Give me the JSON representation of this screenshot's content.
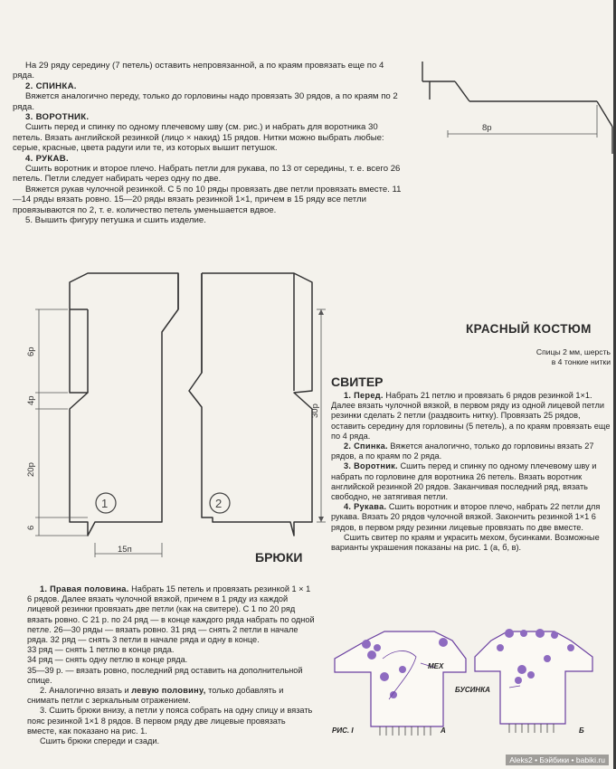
{
  "left_column": {
    "p_intro": "На 29 ряду середину (7 петель) оставить непровязанной, а по краям провязать еще по 4 ряда.",
    "p2_head": "2. СПИНКА.",
    "p2_body": "Вяжется аналогично переду, только до горловины надо провязать 30 рядов, а по краям по 2 ряда.",
    "p3_head": "3. ВОРОТНИК.",
    "p3_body": "Сшить перед и спинку по одному плечевому шву (см. рис.) и набрать для воротника 30 петель. Вязать английской резинкой (лицо × накид) 15 рядов. Нитки можно выбрать любые: серые, красные, цвета радуги или те, из которых вышит петушок.",
    "p4_head": "4. РУКАВ.",
    "p4_body1": "Сшить воротник и второе плечо. Набрать петли для рукава, по 13 от середины, т. е. всего 26 петель. Петли следует набирать через одну по две.",
    "p4_body2": "Вяжется рукав чулочной резинкой. С 5 по 10 ряды провязать две петли провязать вместе. 11—14 ряды вязать ровно. 15—20 ряды вязать резинкой 1×1, причем в 15 ряду все петли провязываются по 2, т. е. количество петель уменьшается вдвое.",
    "p5": "5. Вышить фигуру петушка и сшить изделие."
  },
  "pattern_top": {
    "label_8r": "8р"
  },
  "trousers_diagram": {
    "label_6r": "6р",
    "label_4r": "4р",
    "label_20r": "20р",
    "label_6": "6",
    "label_30r": "30р",
    "label_15p": "15п",
    "piece1": "1",
    "piece2": "2"
  },
  "red_costume": {
    "title": "КРАСНЫЙ КОСТЮМ",
    "yarn_line1": "Спицы 2 мм, шерсть",
    "yarn_line2": "в 4 тонкие нитки"
  },
  "sweater": {
    "title": "СВИТЕР",
    "s1_head": "1. Перед.",
    "s1_body": " Набрать 21 петлю и провязать 6 рядов резинкой 1×1. Далее вязать чулочной вязкой, в первом ряду из одной лицевой петли резинки сделать 2 петли (раздвоить нитку). Провязать 25 рядов, оставить середину для горловины (5 петель), а по краям провязать еще по 4 ряда.",
    "s2_head": "2. Спинка.",
    "s2_body": " Вяжется аналогично, только до горловины вязать 27 рядов, а по краям по 2 ряда.",
    "s3_head": "3. Воротник.",
    "s3_body": " Сшить перед и спинку по одному плечевому шву и набрать по горловине для воротника 26 петель. Вязать воротник английской резинкой 20 рядов. Заканчивая последний ряд, вязать свободно, не затягивая петли.",
    "s4_head": "4. Рукава.",
    "s4_body": " Сшить воротник и второе плечо, набрать 22 петли для рукава. Вязать 20 рядов чулочной вязкой. Закончить резинкой 1×1 6 рядов, в первом ряду резинки лицевые провязать по две вместе.",
    "s5": "Сшить свитер по краям и украсить мехом, бусинками. Возможные варианты украшения показаны на рис. 1 (а, б, в)."
  },
  "trousers": {
    "title": "БРЮКИ",
    "t1_head": "1. Правая половина.",
    "t1_body": " Набрать 15 петель и провязать резинкой 1 × 1 6 рядов. Далее вязать чулочной вязкой, причем в 1 ряду из каждой лицевой резинки провязать две петли (как на свитере). С 1 по 20 ряд вязать ровно. С 21 р. по 24 ряд — в конце каждого ряда набрать по одной петле. 26—30 ряды — вязать ровно. 31 ряд — снять 2 петли в начале ряда. 32 ряд — снять 3 петли в начале ряда и одну в конце.",
    "t1_l33": "33 ряд — снять 1 петлю в конце ряда.",
    "t1_l34": "34 ряд — снять одну петлю в конце ряда.",
    "t1_l35": "35—39 р. — вязать ровно, последний ряд оставить на дополнительной спице.",
    "t2_a": "2. Аналогично вязать и ",
    "t2_head": "левую половину,",
    "t2_b": " только добавлять и снимать петли с зеркальным отражением.",
    "t3": "3. Сшить брюки внизу, а петли у пояса собрать на одну спицу и вязать пояс резинкой 1×1 8 рядов. В первом ряду две лицевые провязать вместе, как показано на рис. 1.",
    "t4": "Сшить брюки спереди и сзади."
  },
  "figure": {
    "label_fur": "МЕХ",
    "label_bead": "БУСИНКА",
    "label_ris": "РИС. I",
    "label_a": "А",
    "label_b": "Б",
    "colors": {
      "outline": "#6a3fa0",
      "fill": "#8e6bc0"
    }
  },
  "watermark": "Aleks2 • Бэйбики • babiki.ru"
}
